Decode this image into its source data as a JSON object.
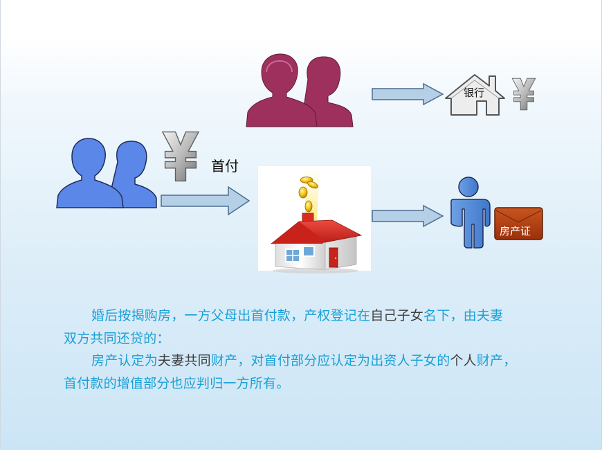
{
  "diagram": {
    "bank_label": "银行",
    "down_payment_label": "首付",
    "property_cert_label": "房产证"
  },
  "text": {
    "p1_a": "婚后按揭购房，一方父母出首付款，产权登记在",
    "p1_b": "自己子女",
    "p1_c": "名下，由夫妻",
    "p1_d": "双方共同还贷的：",
    "p2_a": "房产认定为",
    "p2_b": "夫妻共同",
    "p2_c": "财产，对首付部分应认定为出资人子女的",
    "p2_d": "个人",
    "p2_e": "财产，",
    "p2_f": "首付款的增值部分也应判归一方所有。"
  },
  "colors": {
    "couple_top": "#9e305e",
    "couple_left": "#5b87e8",
    "person_right": "#4f86d6",
    "arrow_fill": "#b5cfe6",
    "arrow_stroke": "#4a6d8f",
    "envelope": "#b33d12",
    "text_blue": "#1aa0d6",
    "text_dark": "#404040"
  }
}
